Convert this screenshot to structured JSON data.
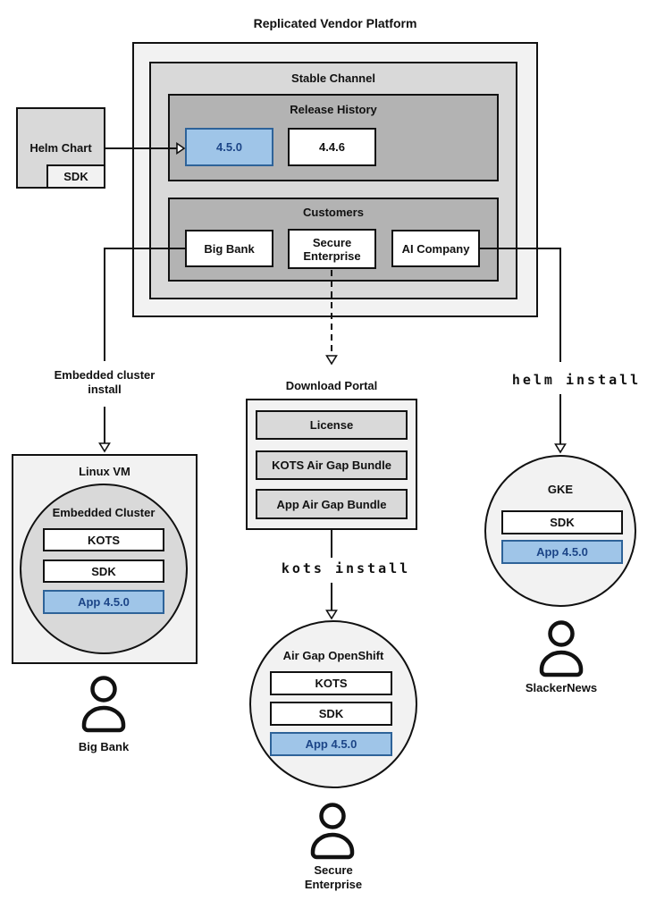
{
  "title": "Replicated Vendor Platform",
  "colors": {
    "platform_bg": "#f2f2f2",
    "channel_bg": "#d9d9d9",
    "section_bg": "#b3b3b3",
    "node_bg": "#ffffff",
    "highlight_fill": "#9fc5e8",
    "highlight_border": "#2e6399",
    "highlight_text": "#1c4587",
    "line": "#111111"
  },
  "stable_channel": {
    "title": "Stable Channel",
    "release_history": {
      "title": "Release History",
      "releases": [
        "4.5.0",
        "4.4.6"
      ],
      "highlighted_release": "4.5.0"
    },
    "customers": {
      "title": "Customers",
      "items": [
        "Big Bank",
        "Secure Enterprise",
        "AI Company"
      ]
    }
  },
  "helm_chart": {
    "label": "Helm Chart",
    "sdk": "SDK"
  },
  "edges": {
    "embedded_install": "Embedded cluster install",
    "kots_install": "kots install",
    "helm_install": "helm install"
  },
  "download_portal": {
    "title": "Download Portal",
    "items": [
      "License",
      "KOTS Air Gap Bundle",
      "App Air Gap Bundle"
    ]
  },
  "linux_vm": {
    "title": "Linux VM",
    "cluster": {
      "title": "Embedded Cluster",
      "items": [
        "KOTS",
        "SDK"
      ],
      "app": "App 4.5.0"
    },
    "user": "Big Bank"
  },
  "openshift": {
    "title": "Air Gap OpenShift",
    "items": [
      "KOTS",
      "SDK"
    ],
    "app": "App 4.5.0",
    "user": "Secure Enterprise"
  },
  "gke": {
    "title": "GKE",
    "items": [
      "SDK"
    ],
    "app": "App 4.5.0",
    "user": "SlackerNews"
  }
}
